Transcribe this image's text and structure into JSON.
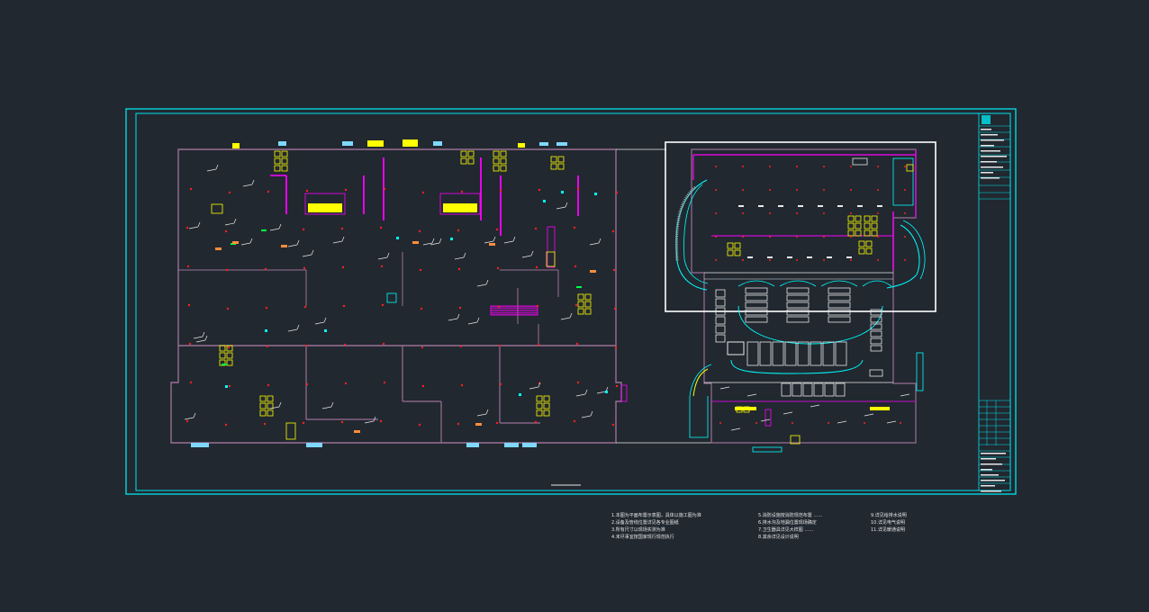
{
  "drawing": {
    "colors": {
      "background": "#212830",
      "frame": "#00e5ee",
      "wall": "#9a6f95",
      "door": "#e8e8e8",
      "fixture": "#ff00ff",
      "equipment": "#ffff00",
      "column": "#ff2020",
      "accent_cyan": "#00ffff",
      "accent_green": "#00ff44",
      "accent_orange": "#ff8c3a",
      "highlight": "#ffffff"
    },
    "notes": {
      "col1": [
        "1.本图为平面布置示意图，具体以施工图为准",
        "2.设备及管线位置详见各专业图纸",
        "3.所有尺寸以现场实测为准",
        "4.未尽事宜按国家现行规范执行"
      ],
      "col2": [
        "5.消防设施按消防规范布置 ……",
        "6.排水沟及地漏位置现场确定",
        "7.卫生器具详见大样图 ……",
        "8.其余详见设计说明"
      ],
      "col3": [
        "9.详见给排水说明",
        "10.详见电气说明",
        "11.详见暖通说明"
      ]
    },
    "title_block": {
      "rows": 22
    }
  }
}
